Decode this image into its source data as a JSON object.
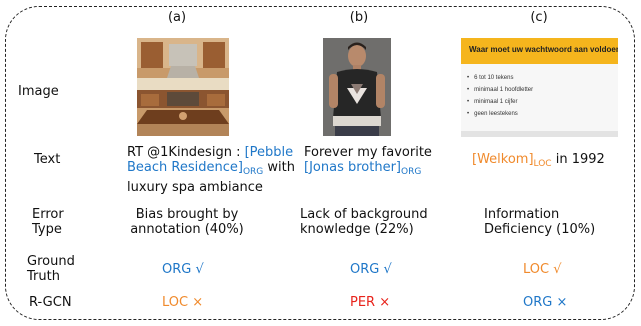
{
  "columns": [
    {
      "label": "(a)"
    },
    {
      "label": "(b)"
    },
    {
      "label": "(c)"
    }
  ],
  "row_labels": {
    "image": "Image",
    "text": "Text",
    "error_type": [
      "Error",
      "Type"
    ],
    "ground_truth": [
      "Ground",
      "Truth"
    ],
    "rgcn": "R-GCN"
  },
  "texts": {
    "a": {
      "prefix": "RT @1Kindesign : ",
      "entity": "[Pebble Beach Residence]",
      "entity_tag": "ORG",
      "suffix": " with luxury spa ambiance"
    },
    "b": {
      "prefix": "Forever my favorite ",
      "entity": "[Jonas brother]",
      "entity_tag": "ORG"
    },
    "c": {
      "entity": "[Welkom]",
      "entity_tag": "LOC",
      "suffix": " in 1992"
    }
  },
  "error_types": {
    "a": [
      "Bias brought by",
      "annotation (40%)"
    ],
    "b": [
      "Lack of background",
      "knowledge (22%)"
    ],
    "c": [
      "Information",
      "Deficiency (10%)"
    ]
  },
  "ground_truth": {
    "a": "ORG √",
    "b": "ORG √",
    "c": "LOC √"
  },
  "rgcn": {
    "a": "LOC ×",
    "b": "PER ×",
    "c": "ORG ×"
  },
  "image_c": {
    "title": "Waar moet uw wachtwoord aan voldoen?",
    "items": [
      "6 tot 10 tekens",
      "minimaal 1 hoofdletter",
      "minimaal 1 cijfer",
      "geen leestekens"
    ]
  },
  "colors": {
    "org": "#1f77c8",
    "loc": "#f08a2c",
    "per": "#e8231b",
    "banner": "#f5b51d"
  }
}
